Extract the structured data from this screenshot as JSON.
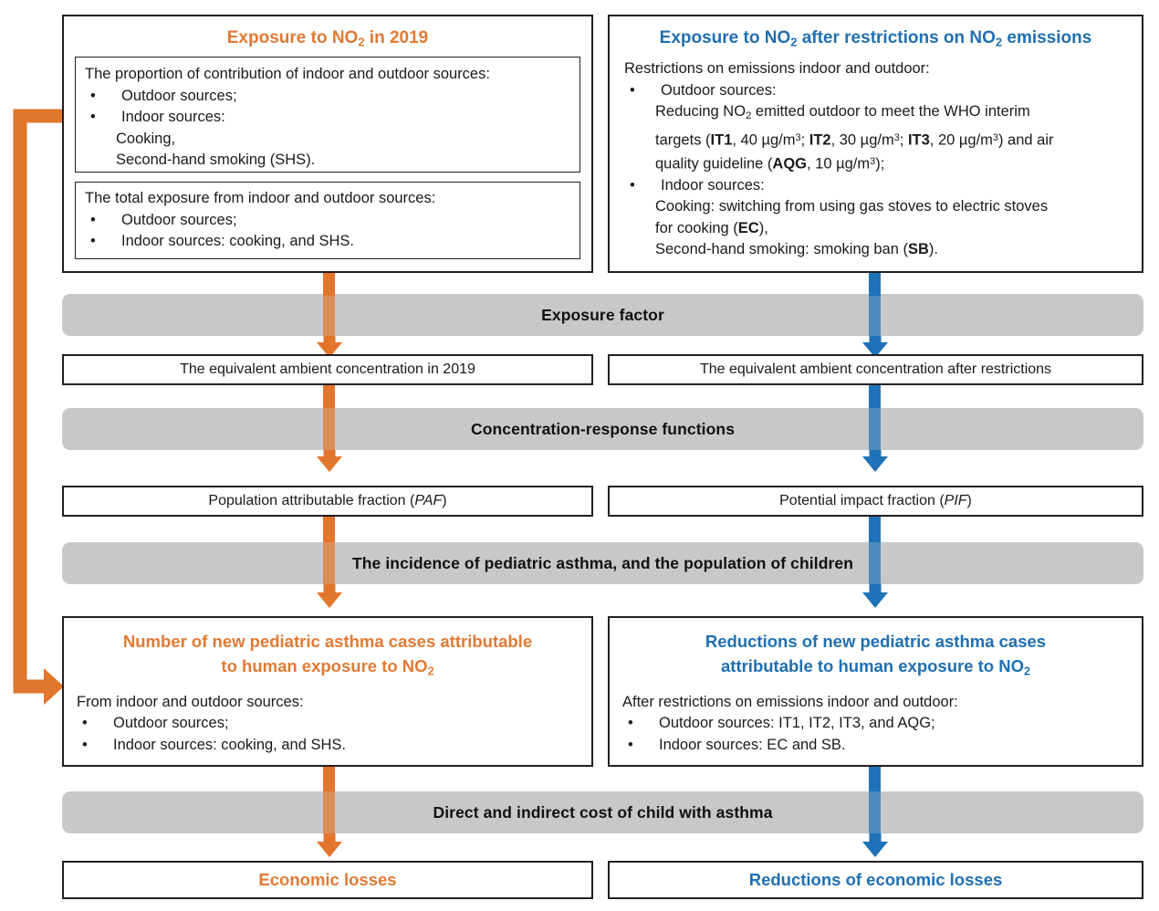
{
  "diagram": {
    "title": "NO2 exposure to pediatric asthma and economic loss flowchart",
    "colors": {
      "orange": "#e2762c",
      "blue": "#1f72b8",
      "band_gray": "#c8c8c8",
      "outline": "#231f20"
    }
  },
  "left_column": {
    "header": "Exposure to NO₂ in 2019",
    "box1": {
      "intro": "The proportion of contribution of indoor and outdoor sources:",
      "items": [
        {
          "bullet": "•",
          "text": "Outdoor sources;"
        },
        {
          "bullet": "•",
          "text": "Indoor sources:"
        }
      ],
      "sub_items": [
        "Cooking,",
        "Second-hand smoking (SHS)."
      ]
    },
    "box2": {
      "intro": "The total exposure from indoor and outdoor sources:",
      "items": [
        {
          "bullet": "•",
          "text": "Outdoor sources;"
        },
        {
          "bullet": "•",
          "text": "Indoor sources: cooking, and SHS."
        }
      ]
    },
    "equivalent_concentration": "The equivalent ambient concentration in 2019",
    "fraction": "Population attributable fraction (PAF)",
    "fraction_italic": "PAF",
    "result": {
      "title_line1": "Number of new pediatric asthma cases attributable",
      "title_line2": "to human exposure to NO₂",
      "intro": "From indoor and outdoor sources:",
      "items": [
        {
          "bullet": "•",
          "text": "Outdoor sources;"
        },
        {
          "bullet": "•",
          "text": "Indoor sources: cooking, and SHS."
        }
      ]
    },
    "final": "Economic losses"
  },
  "right_column": {
    "header": "Exposure to NO₂ after restrictions on NO₂ emissions",
    "box1": {
      "intro": "Restrictions on emissions indoor and outdoor:",
      "items": [
        {
          "bullet": "•",
          "text": "Outdoor sources:"
        },
        {
          "bullet": "•",
          "text": "Indoor sources:"
        }
      ],
      "outdoor_detail_line1": "Reducing NO₂ emitted outdoor to meet the WHO interim",
      "outdoor_detail_line2": "targets (IT1, 40 µg/m³; IT2, 30 µg/m³; IT3, 20 µg/m³) and air",
      "outdoor_detail_line3": "quality guideline (AQG, 10 µg/m³);",
      "indoor_detail_line1": "Cooking: switching from using gas stoves to electric stoves",
      "indoor_detail_line2": "for cooking (EC),",
      "indoor_detail_line3": "Second-hand smoking: smoking ban (SB)."
    },
    "equivalent_concentration": "The equivalent ambient concentration after restrictions",
    "fraction": "Potential impact fraction (PIF)",
    "fraction_italic": "PIF",
    "result": {
      "title_line1": "Reductions of new pediatric asthma cases",
      "title_line2": "attributable to human exposure to NO₂",
      "intro": "After restrictions on emissions indoor and outdoor:",
      "items": [
        {
          "bullet": "•",
          "text": "Outdoor sources: IT1, IT2, IT3, and AQG;"
        },
        {
          "bullet": "•",
          "text": "Indoor sources: EC and SB."
        }
      ]
    },
    "final": "Reductions of economic losses"
  },
  "bands": [
    {
      "label": "Exposure factor"
    },
    {
      "label": "Concentration-response functions"
    },
    {
      "label": "The incidence of pediatric asthma, and the population of children"
    },
    {
      "label": "Direct and indirect cost of child with asthma"
    }
  ],
  "thresholds": {
    "IT1": "40 µg/m³",
    "IT2": "30 µg/m³",
    "IT3": "20 µg/m³",
    "AQG": "10 µg/m³"
  },
  "abbreviations": {
    "SHS": "Second-hand smoking",
    "EC": "electric stoves for cooking",
    "SB": "smoking ban",
    "PAF": "Population attributable fraction",
    "PIF": "Potential impact fraction"
  }
}
